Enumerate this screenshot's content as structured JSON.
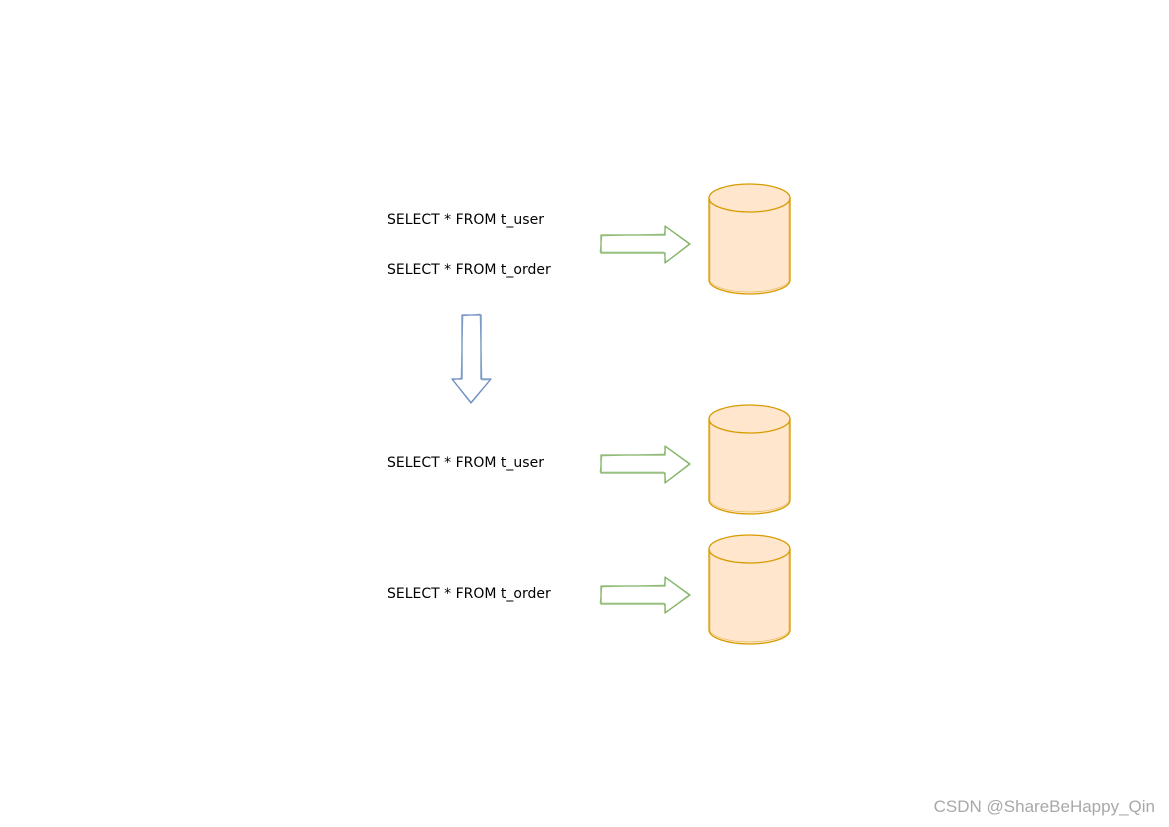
{
  "diagram": {
    "before": {
      "queries": [
        "SELECT * FROM t_user",
        "SELECT * FROM t_order"
      ]
    },
    "after": {
      "queries": [
        "SELECT * FROM t_user",
        "SELECT * FROM t_order"
      ]
    }
  },
  "watermark": "CSDN @ShareBeHappy_Qin",
  "colors": {
    "cylinder_fill": "#ffe6cc",
    "cylinder_stroke": "#d79b00",
    "right_arrow_stroke": "#82b366",
    "down_arrow_stroke": "#6c8ebf",
    "text": "#000000",
    "watermark": "#a8a8a8"
  },
  "icons": {
    "database": "database-cylinder-icon",
    "route_arrow": "right-arrow-icon",
    "transform_arrow": "down-arrow-icon"
  }
}
